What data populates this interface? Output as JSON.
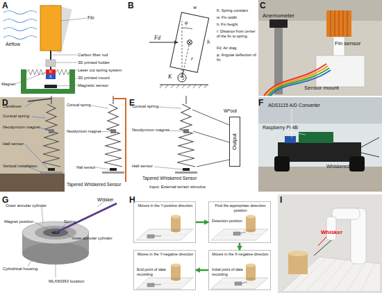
{
  "diagram": {
    "nodes": [
      {
        "text": [
          "Output"
        ]
      },
      {
        "text": [
          "Moves in the Y-positive direction"
        ]
      },
      {
        "text": [
          "Find the appropriate detection position",
          "Detection position"
        ]
      },
      {
        "text": [
          "Moves in the Y-negative direction",
          "End point of data recording"
        ]
      },
      {
        "text": [
          "Moves in the X-negative direction",
          "Initial point of data recording"
        ]
      }
    ],
    "edges": [
      {
        "from": 1,
        "to": 2,
        "arrow": "to"
      },
      {
        "from": 2,
        "to": 4,
        "arrow": "to"
      },
      {
        "from": 4,
        "to": 3,
        "arrow": "to"
      }
    ],
    "labels": [
      "A",
      "Airflow",
      "Fin",
      "N",
      "S",
      "Carbon fiber rod",
      "3D printed holder",
      "Laser cut spring system",
      "3D printed mount",
      "Magnet",
      "Magnetic sensor",
      "B",
      "w",
      "h",
      "Fd",
      "r",
      "φ",
      "K",
      "K: Spring constant",
      "w: Fin width",
      "h: Fin height",
      "r: Distance from center of the fin to spring",
      "Fd: Air drag",
      "φ: Angular deflection of fin",
      "C",
      "Anemometer",
      "Fin sensor",
      "Sensor mount",
      "D",
      "Cantilever",
      "Conical spring",
      "Neodymium magnet",
      "Hall sensor",
      "Vertical installation",
      "Conical spring",
      "Neodymium magnet",
      "Hall sensor",
      "Tapered Whiskered Sensor",
      "E",
      "Conical spring",
      "Neodymium magnet",
      "Hall sensor",
      "Tapered Whiskered Sensor",
      "Input: External terrain stimulus",
      "W*out",
      "F",
      "ADS1115 A/D Converter",
      "Raspberry Pi 4B",
      "Whiskered Robot",
      "G",
      "Whisker",
      "Outer annular cylinder",
      "Magnet position",
      "Spring",
      "Inner annular cylinder",
      "Cylindrical housing",
      "MLX90393 location",
      "H",
      "I",
      "Whisker"
    ]
  }
}
